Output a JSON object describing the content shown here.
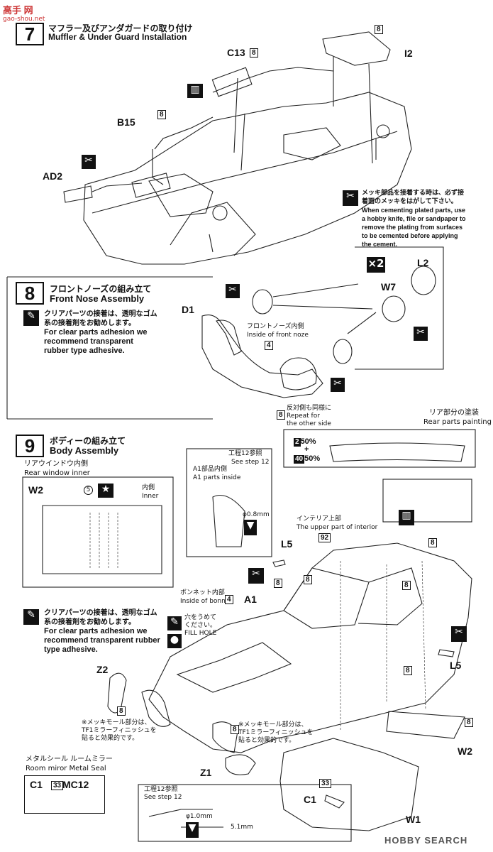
{
  "watermark_top": "高手 网",
  "watermark_top_url": "gao-shou.net",
  "step7": {
    "number": "7",
    "title_jp": "マフラー及びアンダガードの取り付け",
    "title_en": "Muffler & Under Guard Installation",
    "parts": {
      "c13": "C13",
      "i2": "I2",
      "b15": "B15",
      "ad2": "AD2"
    },
    "paint": "8",
    "note_jp": "メッキ部品を接着する時は、必ず接着面のメッキをはがして下さい。",
    "note_en": "When cementing plated parts, use a hobby knife, file or sandpaper to remove the plating from surfaces to be cemented before applying the cement."
  },
  "step8": {
    "number": "8",
    "title_jp": "フロントノーズの組み立て",
    "title_en": "Front Nose Assembly",
    "clear_jp": "クリアパーツの接着は、透明なゴム系の接着剤をお勧めします。",
    "clear_en": "For clear parts adhesion we recommend transparent rubber type adhesive.",
    "multiplier": "×2",
    "parts": {
      "l2": "L2",
      "w7": "W7",
      "d1": "D1"
    },
    "inside_jp": "フロントノーズ内側",
    "inside_en": "Inside of front noze",
    "paint_inside": "4",
    "repeat_jp": "反対側も同様に",
    "repeat_en1": "Repeat for",
    "repeat_en2": "the other side",
    "paint_repeat": "8"
  },
  "step9": {
    "number": "9",
    "title_jp": "ボディーの組み立て",
    "title_en": "Body Assembly",
    "rear_paint_jp": "リア部分の塗装",
    "rear_paint_en": "Rear parts painting",
    "mix1_code": "2",
    "mix1_pct": "50%",
    "mix_plus": "+",
    "mix2_code": "40",
    "mix2_pct": "50%",
    "rear_window_jp": "リアウインドウ内側",
    "rear_window_en": "Rear window inner",
    "w2": "W2",
    "circle5": "5",
    "inner_jp": "内側",
    "inner_en": "Inner",
    "ref12_jp": "工程12参照",
    "ref12_en": "See step 12",
    "a1_jp": "A1部品内側",
    "a1_en": "A1 parts inside",
    "phi08": "φ0.8mm",
    "interior_jp": "インテリア上部",
    "interior_en": "The upper part of interior",
    "paint_92": "92",
    "l5": "L5",
    "bonnet_jp": "ボンネット内部",
    "bonnet_en": "Inside of bonnet",
    "paint_bonnet": "4",
    "a1": "A1",
    "hole_jp1": "穴をうめて",
    "hole_jp2": "ください。",
    "hole_en": "FILL HOLE",
    "clear_jp": "クリアパーツの接着は、透明なゴム系の接着剤をお勧めします。",
    "clear_en": "For clear parts adhesion we recommend transparent rubber type adhesive.",
    "z2": "Z2",
    "z1": "Z1",
    "w1": "W1",
    "c1": "C1",
    "paint8": "8",
    "mekki_jp1": "※メッキモール部分は、",
    "mekki_jp2": "TF1ミラーフィニッシュを",
    "mekki_jp3": "貼ると効果的です。",
    "mirror_jp": "メタルシール ルームミラー",
    "mirror_en": "Room miror Metal Seal",
    "mirror_code": "33",
    "mirror_mc": "MC12",
    "c1_code": "33",
    "phi10": "φ1.0mm",
    "dim51": "5.1mm"
  },
  "footer": {
    "hobbysearch": "HOBBY SEARCH"
  }
}
